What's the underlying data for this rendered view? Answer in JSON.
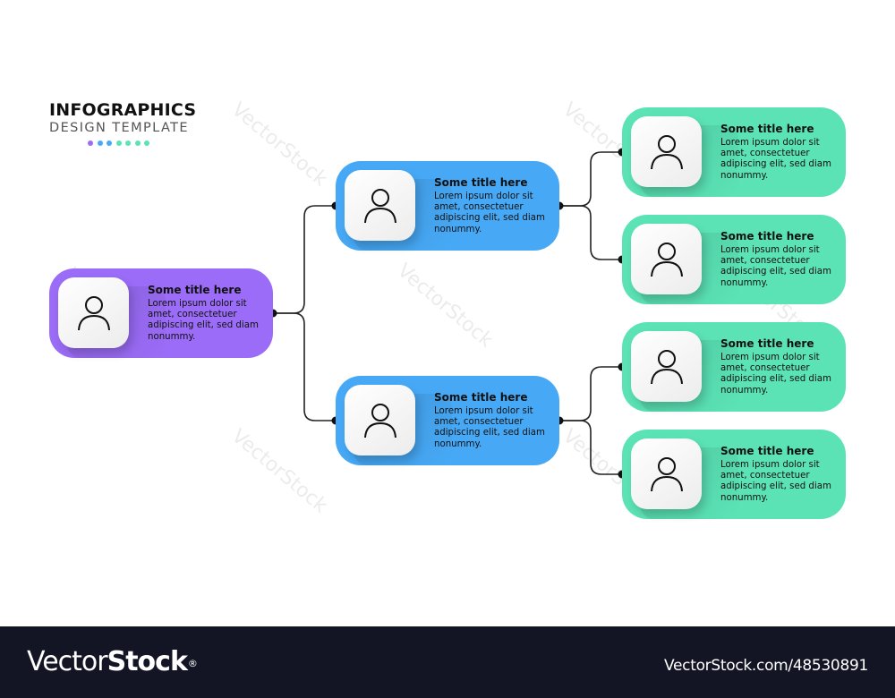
{
  "header": {
    "title": "INFOGRAPHICS",
    "subtitle": "DESIGN TEMPLATE",
    "dot_colors": [
      "#9b6cf7",
      "#47a9f6",
      "#47a9f6",
      "#5be3b6",
      "#5be3b6",
      "#5be3b6",
      "#5be3b6"
    ]
  },
  "colors": {
    "level1": "#9b6cf7",
    "level2": "#47a9f6",
    "level3": "#5be3b6",
    "connector": "#222222"
  },
  "nodes": [
    {
      "id": "root",
      "level": 1,
      "icon": "person-icon",
      "title": "Some title here",
      "body": "Lorem ipsum dolor sit amet, consectetuer adipiscing elit, sed diam nonummy."
    },
    {
      "id": "mid-top",
      "level": 2,
      "icon": "person-icon",
      "title": "Some title here",
      "body": "Lorem ipsum dolor sit amet, consectetuer adipiscing elit, sed diam nonummy."
    },
    {
      "id": "mid-bottom",
      "level": 2,
      "icon": "person-icon",
      "title": "Some title here",
      "body": "Lorem ipsum dolor sit amet, consectetuer adipiscing elit, sed diam nonummy."
    },
    {
      "id": "leaf-1",
      "level": 3,
      "icon": "person-icon",
      "title": "Some title here",
      "body": "Lorem ipsum dolor sit amet, consectetuer adipiscing elit, sed diam nonummy."
    },
    {
      "id": "leaf-2",
      "level": 3,
      "icon": "person-icon",
      "title": "Some title here",
      "body": "Lorem ipsum dolor sit amet, consectetuer adipiscing elit, sed diam nonummy."
    },
    {
      "id": "leaf-3",
      "level": 3,
      "icon": "person-icon",
      "title": "Some title here",
      "body": "Lorem ipsum dolor sit amet, consectetuer adipiscing elit, sed diam nonummy."
    },
    {
      "id": "leaf-4",
      "level": 3,
      "icon": "person-icon",
      "title": "Some title here",
      "body": "Lorem ipsum dolor sit amet, consectetuer adipiscing elit, sed diam nonummy."
    }
  ],
  "edges": [
    [
      "root",
      "mid-top"
    ],
    [
      "root",
      "mid-bottom"
    ],
    [
      "mid-top",
      "leaf-1"
    ],
    [
      "mid-top",
      "leaf-2"
    ],
    [
      "mid-bottom",
      "leaf-3"
    ],
    [
      "mid-bottom",
      "leaf-4"
    ]
  ],
  "watermark": "VectorStock",
  "footer": {
    "brand_light": "Vector",
    "brand_bold": "Stock",
    "brand_mark": "®",
    "stock_id": "VectorStock.com/48530891"
  }
}
